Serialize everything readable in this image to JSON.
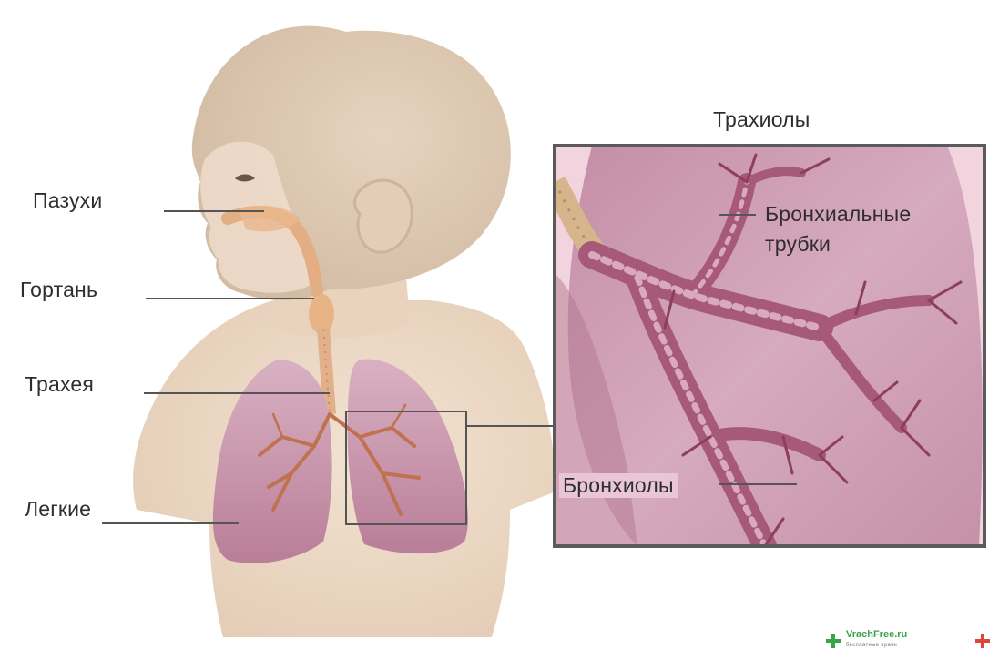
{
  "labels": {
    "sinuses": "Пазухи",
    "larynx": "Гортань",
    "trachea": "Трахея",
    "lungs": "Легкие",
    "trachioles": "Трахиолы",
    "bronchial_tubes_line1": "Бронхиальные",
    "bronchial_tubes_line2": "трубки",
    "bronchioles": "Бронхиолы"
  },
  "watermark": {
    "text": "VrachFree.ru",
    "tagline": "бесплатные врачи"
  },
  "colors": {
    "skin": "#ecd9c4",
    "hair": "#d9c4ad",
    "lung": "#c99ab0",
    "lung_dark": "#a26780",
    "airway": "#e0ac82",
    "bronchi": "#9c4d5e",
    "leader_line": "#555555",
    "brand_green": "#3aa24a",
    "brand_red": "#e0453a"
  },
  "icons": [
    "medical-cross-icon"
  ]
}
